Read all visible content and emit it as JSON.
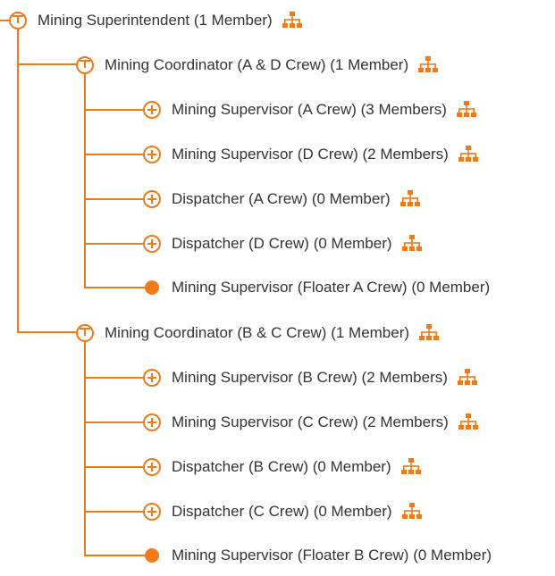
{
  "colors": {
    "accent": "#f07a1a",
    "text": "#333333"
  },
  "icons": {
    "collapse": "collapse-circle-icon",
    "expand": "expand-plus-circle-icon",
    "leaf": "leaf-dot-icon",
    "org": "org-chart-icon"
  },
  "tree": {
    "root": {
      "label": "Mining Superintendent (1 Member)",
      "state": "expanded",
      "has_org_icon": true
    },
    "coordinators": [
      {
        "label": "Mining Coordinator (A & D Crew) (1 Member)",
        "state": "expanded",
        "has_org_icon": true,
        "children": [
          {
            "label": "Mining Supervisor (A Crew) (3 Members)",
            "state": "collapsed",
            "has_org_icon": true
          },
          {
            "label": "Mining Supervisor (D Crew) (2 Members)",
            "state": "collapsed",
            "has_org_icon": true
          },
          {
            "label": "Dispatcher (A Crew) (0 Member)",
            "state": "collapsed",
            "has_org_icon": true
          },
          {
            "label": "Dispatcher (D Crew) (0 Member)",
            "state": "collapsed",
            "has_org_icon": true
          },
          {
            "label": "Mining Supervisor (Floater A Crew) (0 Member)",
            "state": "leaf",
            "has_org_icon": false
          }
        ]
      },
      {
        "label": "Mining Coordinator (B & C Crew) (1 Member)",
        "state": "expanded",
        "has_org_icon": true,
        "children": [
          {
            "label": "Mining Supervisor (B Crew) (2 Members)",
            "state": "collapsed",
            "has_org_icon": true
          },
          {
            "label": "Mining Supervisor (C Crew) (2 Members)",
            "state": "collapsed",
            "has_org_icon": true
          },
          {
            "label": "Dispatcher (B Crew) (0 Member)",
            "state": "collapsed",
            "has_org_icon": true
          },
          {
            "label": "Dispatcher (C Crew) (0 Member)",
            "state": "collapsed",
            "has_org_icon": true
          },
          {
            "label": "Mining Supervisor (Floater B Crew) (0 Member)",
            "state": "leaf",
            "has_org_icon": false
          }
        ]
      }
    ]
  }
}
